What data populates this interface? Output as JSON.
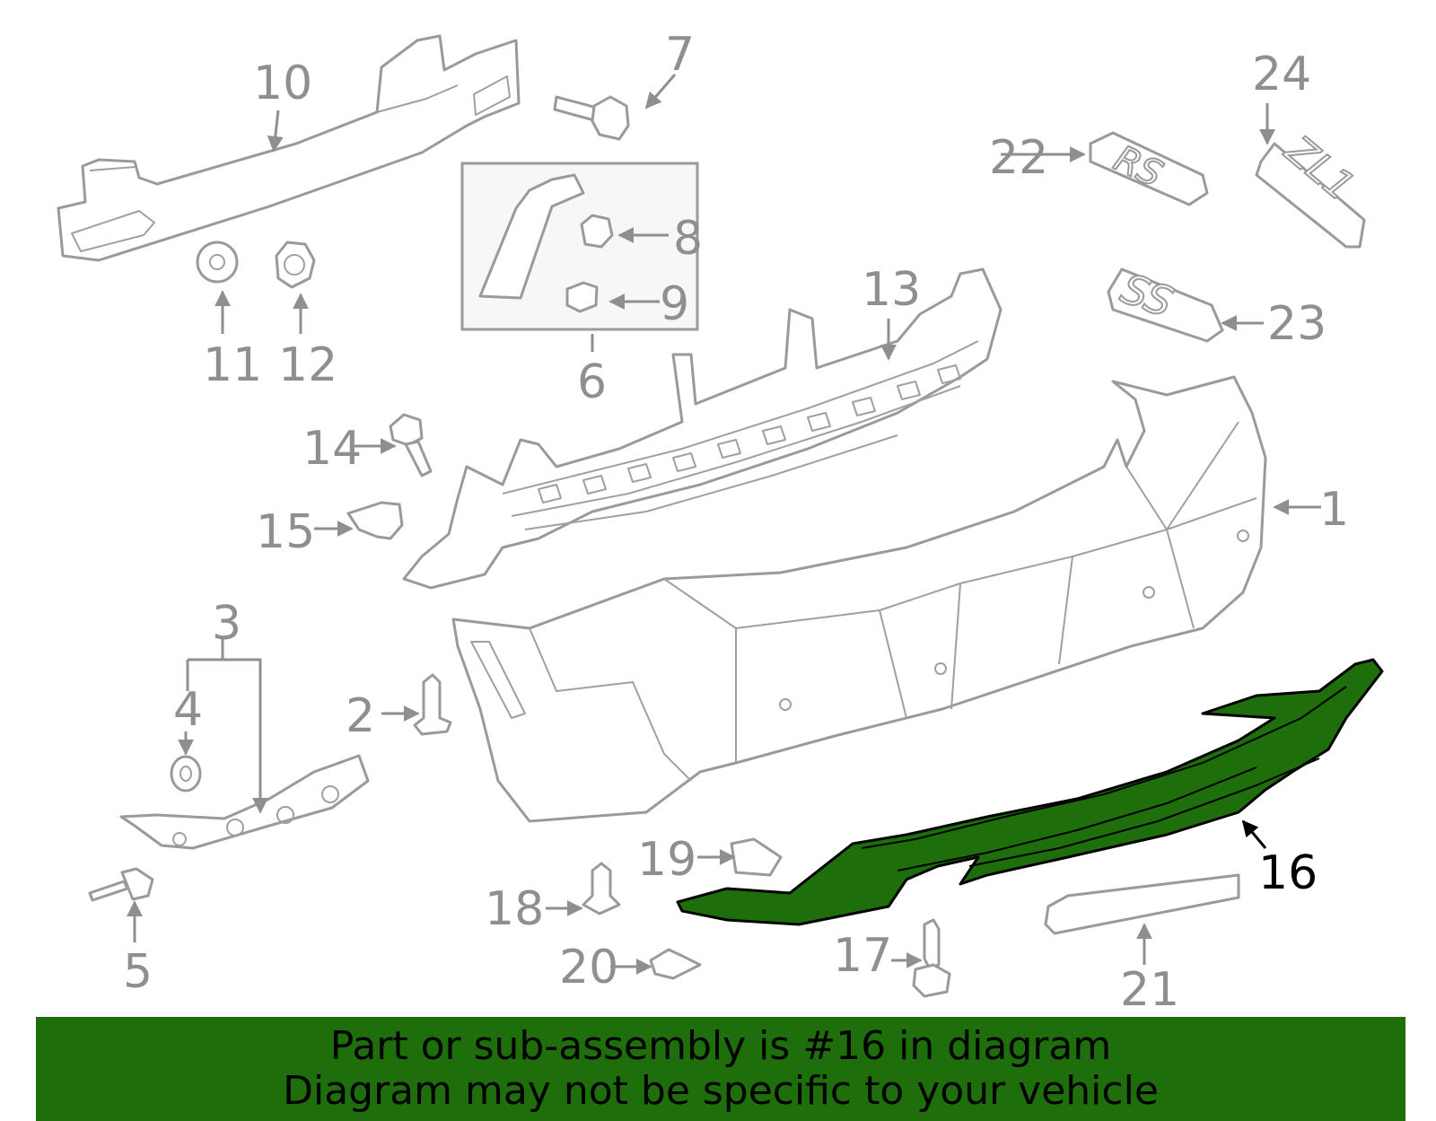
{
  "banner": {
    "line1": "Part or sub-assembly is #16 in diagram",
    "line2": "Diagram may not be specific to your vehicle",
    "background_color": "#1e6e0b"
  },
  "highlight": {
    "part_number": "16",
    "fill_color": "#1e6e0b"
  },
  "callouts": {
    "c1": "1",
    "c2": "2",
    "c3": "3",
    "c4": "4",
    "c5": "5",
    "c6": "6",
    "c7": "7",
    "c8": "8",
    "c9": "9",
    "c10": "10",
    "c11": "11",
    "c12": "12",
    "c13": "13",
    "c14": "14",
    "c15": "15",
    "c16": "16",
    "c17": "17",
    "c18": "18",
    "c19": "19",
    "c20": "20",
    "c21": "21",
    "c22": "22",
    "c23": "23",
    "c24": "24"
  },
  "emblems": {
    "rs": "RS",
    "ss": "SS",
    "zl1": "ZL1"
  }
}
